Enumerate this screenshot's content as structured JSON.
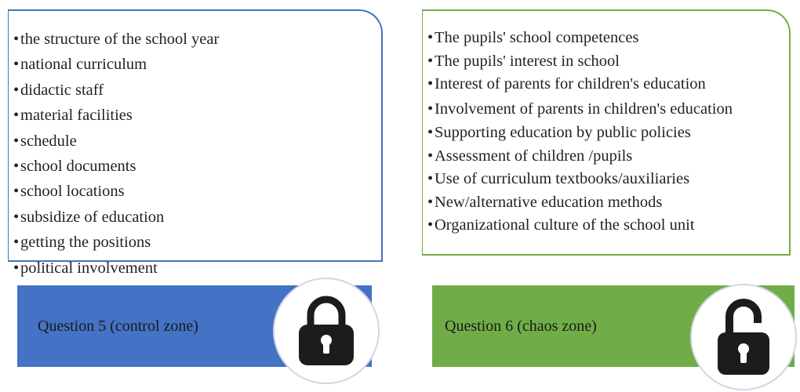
{
  "control_zone": {
    "items": [
      "the structure of the school year",
      "national curriculum",
      "didactic staff",
      "material facilities",
      "schedule",
      "school documents",
      "school locations",
      "subsidize of education",
      "getting the positions",
      "political involvement"
    ],
    "label": "Question 5 (control zone)",
    "color": "#4472c4",
    "icon": "lock-icon"
  },
  "chaos_zone": {
    "items": [
      "The pupils' school competences",
      "The pupils' interest in school",
      "Interest of parents for children's education",
      "Involvement of parents in children's education",
      "Supporting education by public policies",
      "Assessment of children /pupils",
      "Use of curriculum textbooks/auxiliaries",
      "New/alternative education methods",
      "Organizational culture of the school unit"
    ],
    "label": "Question 6 (chaos zone)",
    "color": "#70ad47",
    "icon": "unlock-icon"
  },
  "bullet": "•"
}
